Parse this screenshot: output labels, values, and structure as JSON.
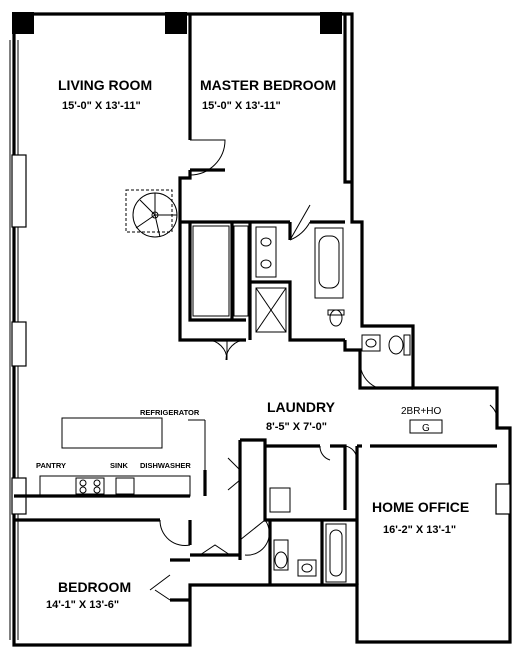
{
  "rooms": {
    "living_room": {
      "name": "LIVING ROOM",
      "size": "15'-0\" X 13'-11\""
    },
    "master_bedroom": {
      "name": "MASTER BEDROOM",
      "size": "15'-0\" X 13'-11\""
    },
    "laundry": {
      "name": "LAUNDRY",
      "size": "8'-5\" X 7'-0\""
    },
    "home_office": {
      "name": "HOME OFFICE",
      "size": "16'-2\" X 13'-1\""
    },
    "bedroom": {
      "name": "BEDROOM",
      "size": "14'-1\" X 13'-6\""
    }
  },
  "fixtures": {
    "refrigerator": "REFRIGERATOR",
    "pantry": "PANTRY",
    "sink": "SINK",
    "dishwasher": "DISHWASHER"
  },
  "unit": {
    "type": "2BR+HO",
    "letter": "G"
  }
}
